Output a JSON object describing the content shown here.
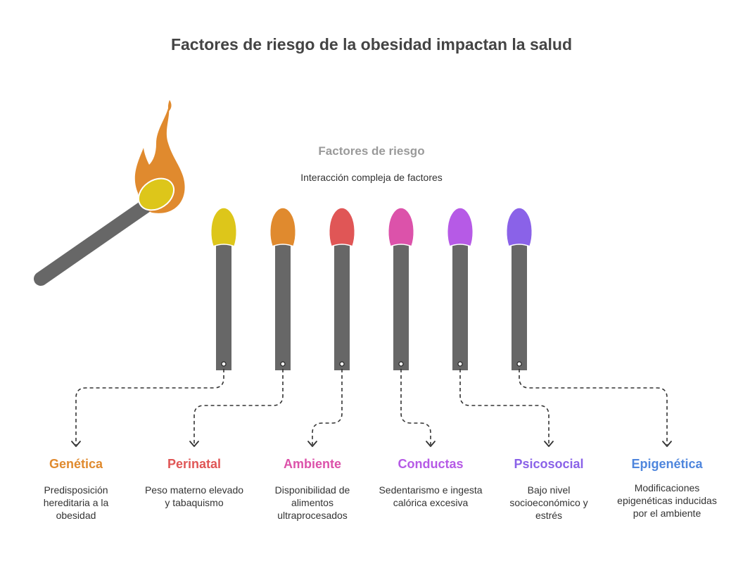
{
  "title": "Factores de riesgo de la obesidad impactan la salud",
  "center": {
    "title": "Factores de riesgo",
    "subtitle": "Interacción compleja de factores"
  },
  "colors": {
    "stick": "#676767",
    "torch_flame": "#e08a2e",
    "torch_head": "#ddc61a"
  },
  "factors": [
    {
      "name": "Genética",
      "color": "#e08a2e",
      "head_color": "#ddc61a",
      "description": "Predisposición hereditaria a la obesidad"
    },
    {
      "name": "Perinatal",
      "color": "#e05656",
      "head_color": "#e08a2e",
      "description": "Peso materno elevado y tabaquismo"
    },
    {
      "name": "Ambiente",
      "color": "#dc52aa",
      "head_color": "#e05656",
      "description": "Disponibilidad de alimentos ultraprocesados"
    },
    {
      "name": "Conductas",
      "color": "#b65ae6",
      "head_color": "#dc52aa",
      "description": "Sedentarismo e ingesta calórica excesiva"
    },
    {
      "name": "Psicosocial",
      "color": "#8a62e8",
      "head_color": "#b65ae6",
      "description": "Bajo nivel socioeconómico y estrés"
    },
    {
      "name": "Epigenética",
      "color": "#4f86dd",
      "head_color": "#8a62e8",
      "description": "Modificaciones epigenéticas inducidas por el ambiente"
    }
  ]
}
